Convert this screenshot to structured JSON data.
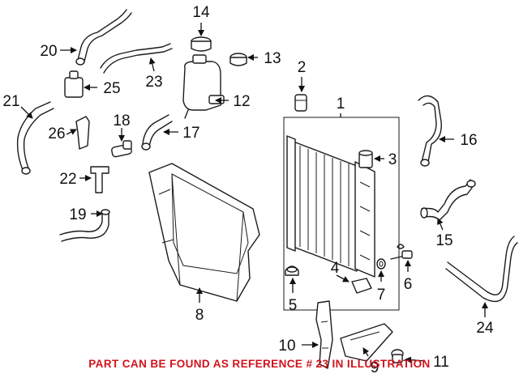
{
  "callouts": [
    "1",
    "2",
    "3",
    "4",
    "5",
    "6",
    "7",
    "8",
    "9",
    "10",
    "11",
    "12",
    "13",
    "14",
    "15",
    "16",
    "17",
    "18",
    "19",
    "20",
    "21",
    "22",
    "23",
    "24",
    "25",
    "26"
  ],
  "footer": {
    "note": "PART CAN BE FOUND AS REFERENCE # 23 IN ILLUSTRATION",
    "color": "#d0131b"
  }
}
